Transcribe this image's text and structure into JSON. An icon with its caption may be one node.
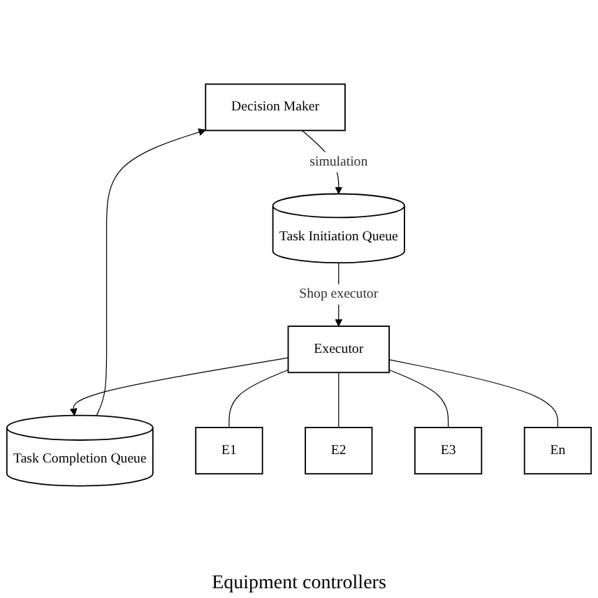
{
  "diagram": {
    "nodes": [
      {
        "text": [
          "Decision Maker"
        ]
      },
      {
        "text": [
          "Task Completion Queue"
        ]
      },
      {
        "text": [
          "Task Initiation Queue"
        ]
      },
      {
        "text": [
          "Executor"
        ]
      },
      {
        "text": [
          "E1"
        ]
      },
      {
        "text": [
          "E2"
        ]
      },
      {
        "text": [
          "E3"
        ]
      },
      {
        "text": [
          "En"
        ]
      }
    ],
    "edges": [
      {
        "from": 0,
        "to": 2,
        "arrow": "to",
        "label": "simulation"
      },
      {
        "from": 2,
        "to": 3,
        "arrow": "to",
        "label": "Shop executor"
      },
      {
        "from": 3,
        "to": 1,
        "arrow": "to"
      },
      {
        "from": 1,
        "to": 0,
        "arrow": "to"
      },
      {
        "from": 3,
        "to": 4,
        "arrow": "none"
      },
      {
        "from": 3,
        "to": 5,
        "arrow": "none"
      },
      {
        "from": 3,
        "to": 6,
        "arrow": "none"
      },
      {
        "from": 3,
        "to": 7,
        "arrow": "none"
      }
    ],
    "labels": [
      "Equipment controllers"
    ]
  }
}
